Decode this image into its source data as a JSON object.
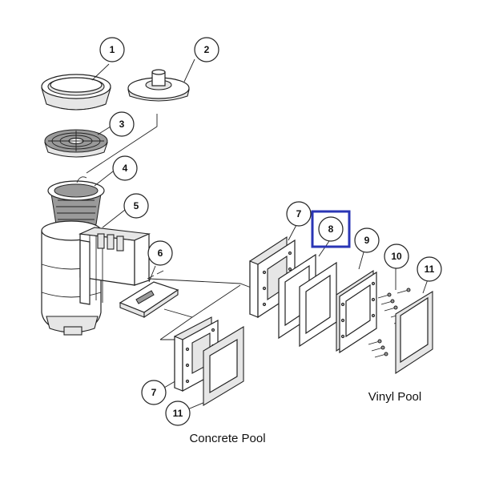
{
  "callouts": [
    {
      "label": "1",
      "part": "skimmer lid"
    },
    {
      "label": "2",
      "part": "float valve"
    },
    {
      "label": "3",
      "part": "strainer plate"
    },
    {
      "label": "4",
      "part": "skimmer basket"
    },
    {
      "label": "5",
      "part": "skimmer body"
    },
    {
      "label": "6",
      "part": "weir door"
    },
    {
      "label": "7",
      "part": "face plate"
    },
    {
      "label": "8",
      "part": "gasket"
    },
    {
      "label": "9",
      "part": "clamp frame"
    },
    {
      "label": "10",
      "part": "screws"
    },
    {
      "label": "11",
      "part": "face plate cover"
    }
  ],
  "captions": {
    "vinyl": "Vinyl Pool",
    "concrete": "Concrete Pool"
  },
  "highlight": {
    "label": "8",
    "color": "#2a35b5"
  }
}
